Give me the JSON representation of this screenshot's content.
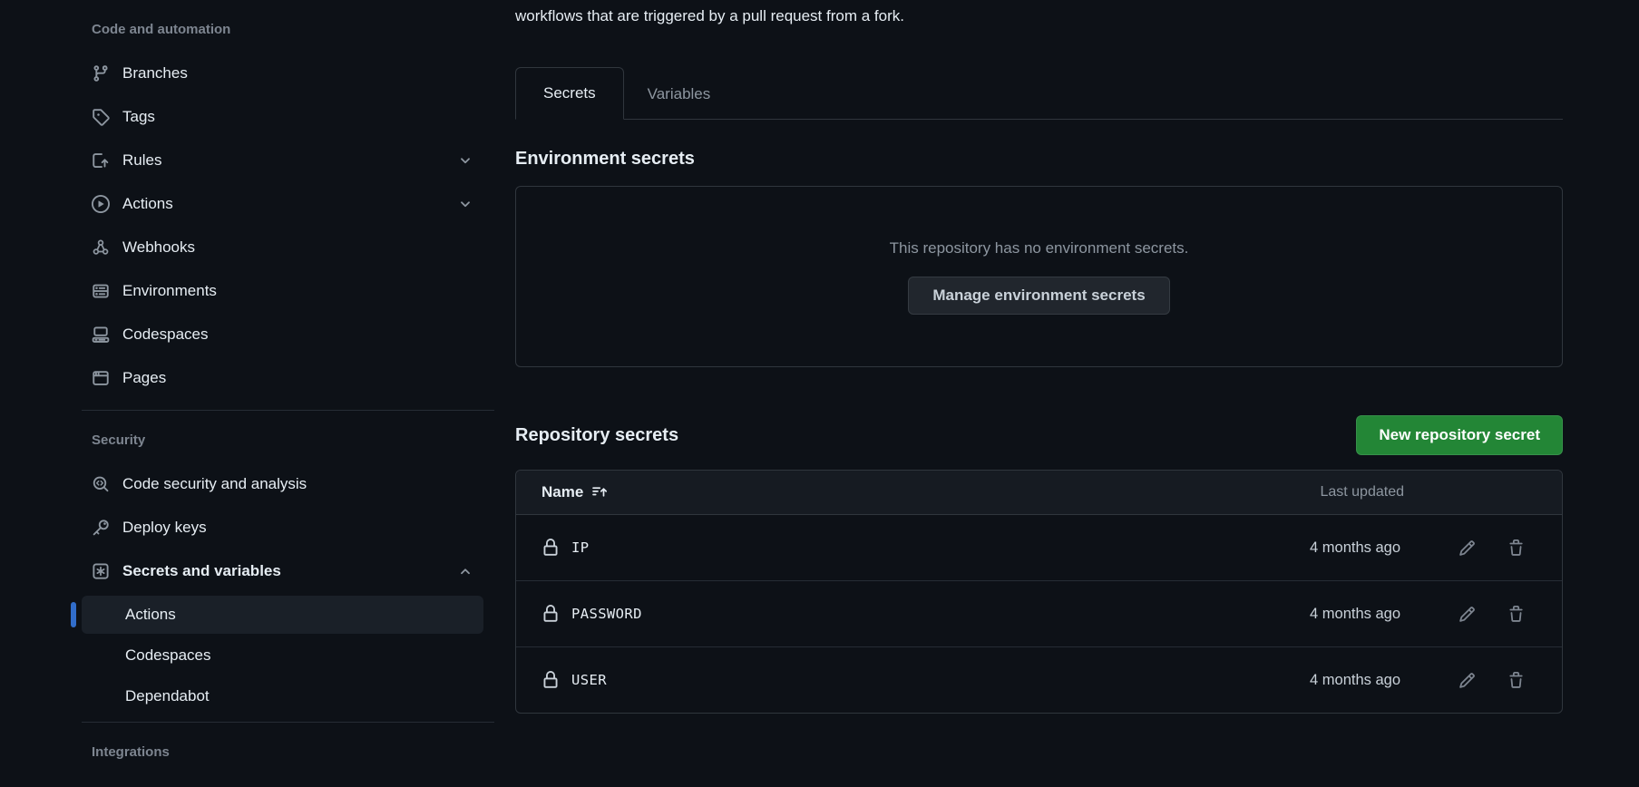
{
  "page": {
    "context_line": "workflows that are triggered by a pull request from a fork."
  },
  "sidebar": {
    "sections": [
      {
        "label": "Code and automation",
        "items": [
          {
            "label": "Branches",
            "icon": "git-branch-icon"
          },
          {
            "label": "Tags",
            "icon": "tag-icon"
          },
          {
            "label": "Rules",
            "icon": "rules-icon",
            "expandable": "collapsed"
          },
          {
            "label": "Actions",
            "icon": "play-icon",
            "expandable": "collapsed"
          },
          {
            "label": "Webhooks",
            "icon": "webhook-icon"
          },
          {
            "label": "Environments",
            "icon": "server-icon"
          },
          {
            "label": "Codespaces",
            "icon": "codespaces-icon"
          },
          {
            "label": "Pages",
            "icon": "browser-icon"
          }
        ]
      },
      {
        "label": "Security",
        "items": [
          {
            "label": "Code security and analysis",
            "icon": "codescan-icon"
          },
          {
            "label": "Deploy keys",
            "icon": "key-icon"
          },
          {
            "label": "Secrets and variables",
            "icon": "asterisk-box-icon",
            "expandable": "expanded",
            "emphasis": true
          },
          {
            "label": "Actions",
            "sub": true,
            "active": true
          },
          {
            "label": "Codespaces",
            "sub": true
          },
          {
            "label": "Dependabot",
            "sub": true
          }
        ]
      },
      {
        "label": "Integrations",
        "items": []
      }
    ]
  },
  "tabs": [
    {
      "label": "Secrets",
      "active": true
    },
    {
      "label": "Variables",
      "active": false
    }
  ],
  "environment_secrets": {
    "heading": "Environment secrets",
    "empty_message": "This repository has no environment secrets.",
    "manage_button": "Manage environment secrets"
  },
  "repository_secrets": {
    "heading": "Repository secrets",
    "new_button": "New repository secret",
    "table": {
      "columns": [
        "Name",
        "Last updated"
      ],
      "rows": [
        {
          "name": "IP",
          "last_updated": "4 months ago"
        },
        {
          "name": "PASSWORD",
          "last_updated": "4 months ago"
        },
        {
          "name": "USER",
          "last_updated": "4 months ago"
        }
      ]
    }
  },
  "colors": {
    "page_bg": "#0d1117",
    "primary_text": "#e6edf3",
    "muted_text": "#8d96a0",
    "section_header_text": "#7d8590",
    "icon_gray": "#8d96a0",
    "icon_gray2": "#7d8590",
    "panel_border": "#30363d",
    "row_border": "#262c35",
    "table_header_bg": "#161b22",
    "active_item_bg": "#1a2028",
    "accent_blue": "#316dca",
    "green_button_bg": "#238636",
    "secondary_btn_bg": "#21262d",
    "secondary_btn_text": "#c9d1d9",
    "btn_border": "rgba(240,246,252,0.1)"
  }
}
